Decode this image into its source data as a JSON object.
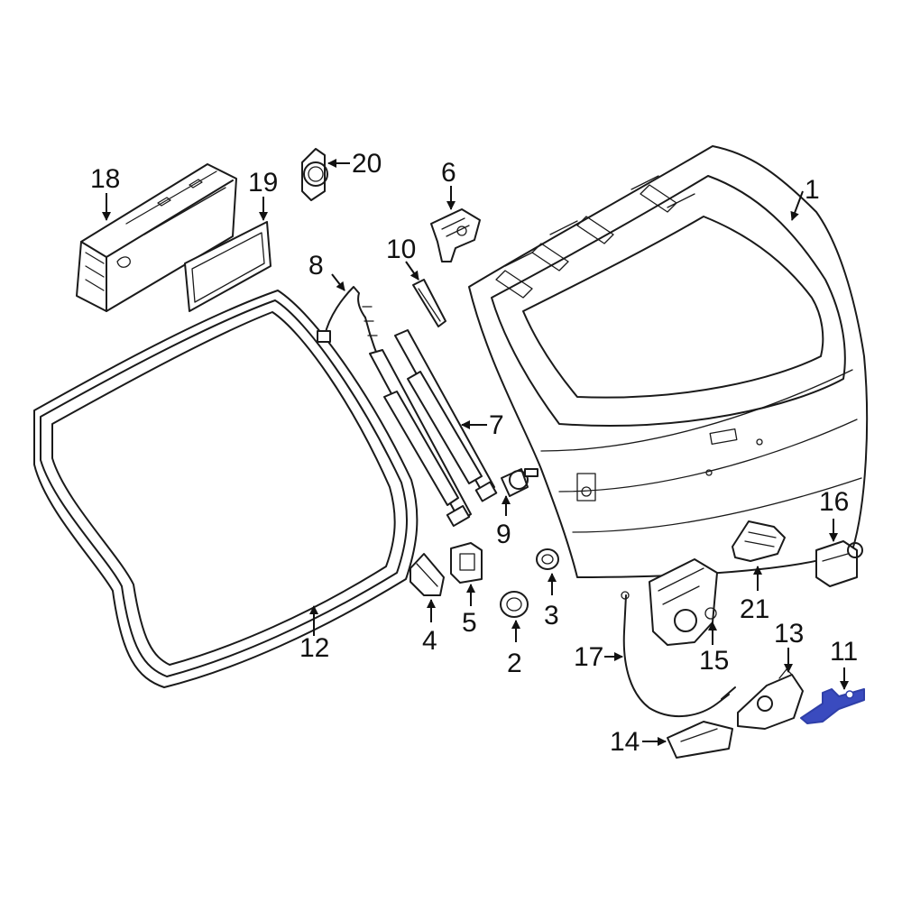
{
  "callouts": {
    "c1": "1",
    "c2": "2",
    "c3": "3",
    "c4": "4",
    "c5": "5",
    "c6": "6",
    "c7": "7",
    "c8": "8",
    "c9": "9",
    "c10": "10",
    "c11": "11",
    "c12": "12",
    "c13": "13",
    "c14": "14",
    "c15": "15",
    "c16": "16",
    "c17": "17",
    "c18": "18",
    "c19": "19",
    "c20": "20",
    "c21": "21"
  },
  "colors": {
    "line": "#1a1a1a",
    "highlight": "#2f3fa8",
    "highlight_fill": "#3a4bbf",
    "background": "#ffffff"
  }
}
